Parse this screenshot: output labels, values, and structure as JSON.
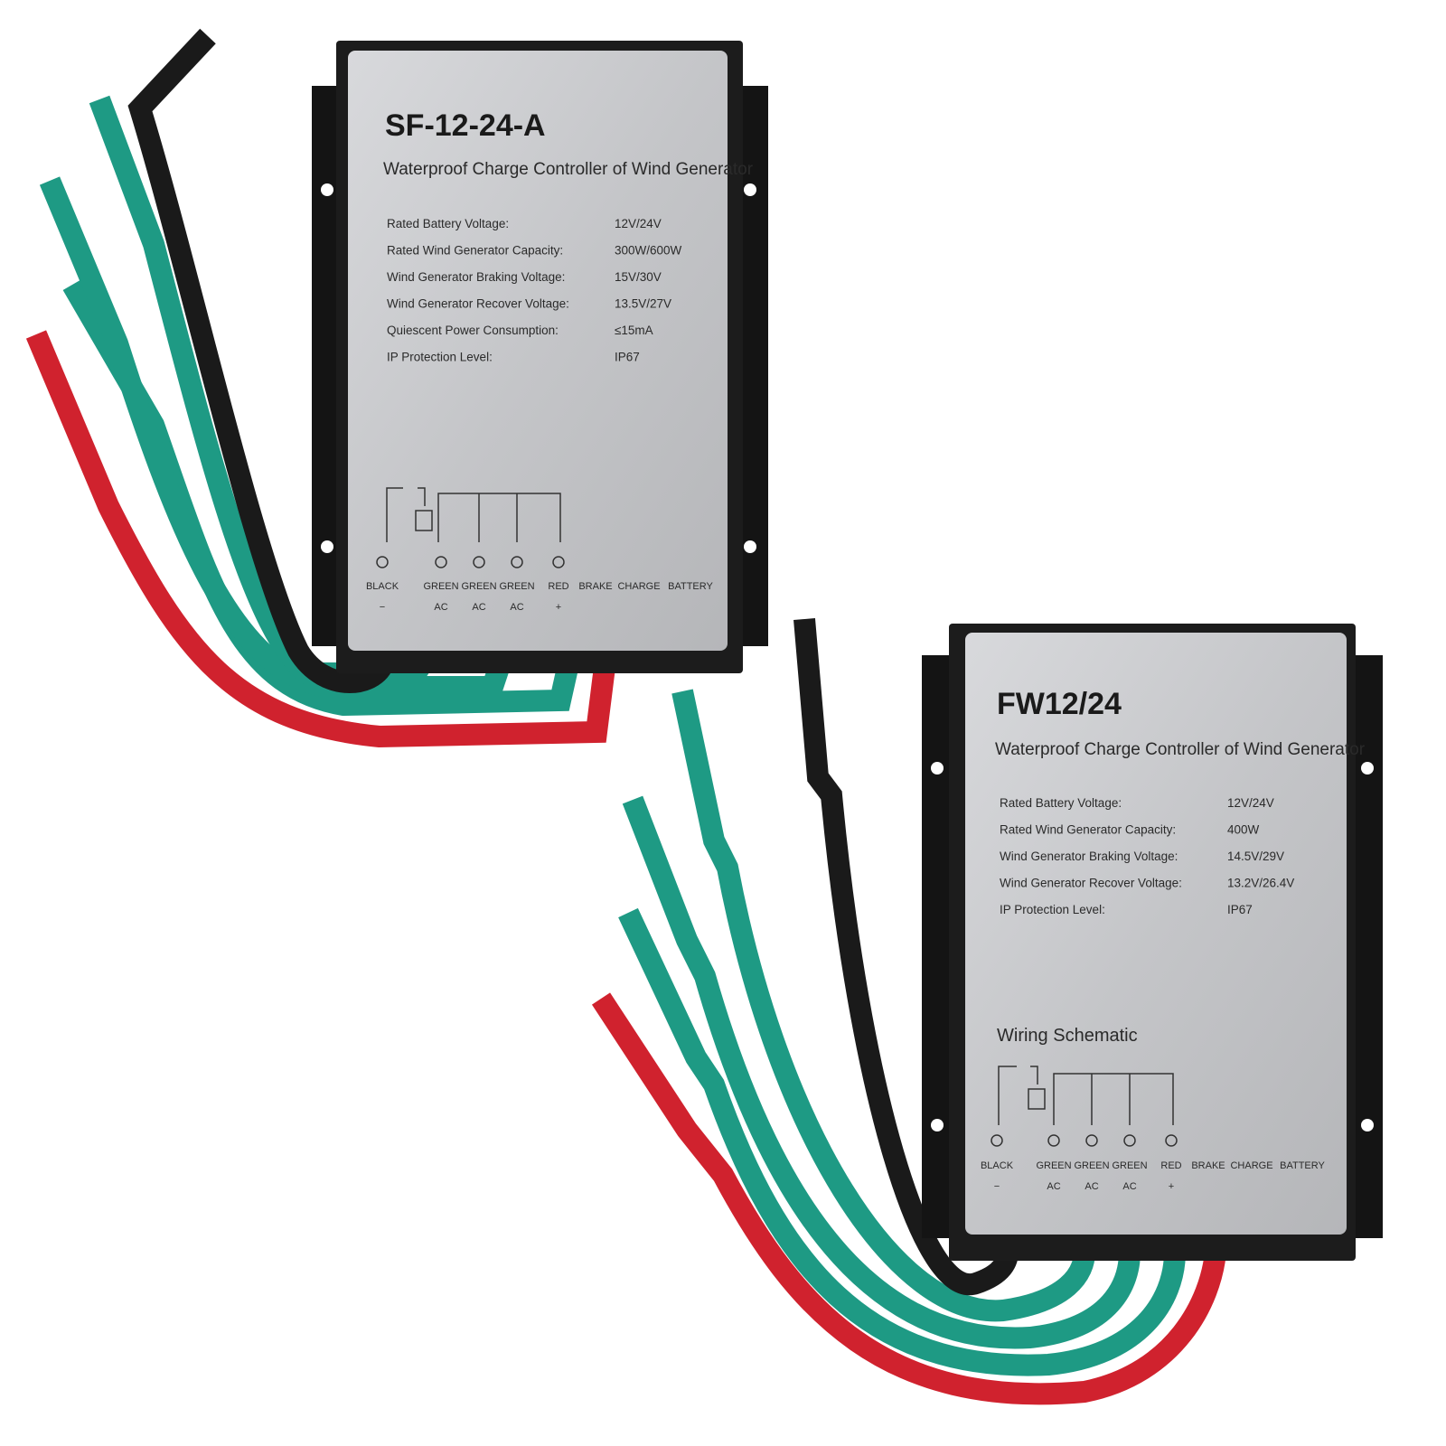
{
  "colors": {
    "wire_green": "#1e9a84",
    "wire_red": "#d0222e",
    "wire_black": "#1a1a1a",
    "panel": "#c9cacd",
    "body": "#141414"
  },
  "devices": [
    {
      "model": "SF-12-24-A",
      "subtitle": "Waterproof Charge Controller of Wind Generator",
      "specs": [
        {
          "label": "Rated Battery Voltage:",
          "value": "12V/24V"
        },
        {
          "label": "Rated Wind Generator Capacity:",
          "value": "300W/600W"
        },
        {
          "label": "Wind Generator Braking Voltage:",
          "value": "15V/30V"
        },
        {
          "label": "Wind Generator Recover Voltage:",
          "value": "13.5V/27V"
        },
        {
          "label": "Quiescent Power Consumption:",
          "value": "≤15mA"
        },
        {
          "label": "IP Protection Level:",
          "value": "IP67"
        }
      ],
      "terminals": [
        {
          "top": "BLACK",
          "bottom": "−"
        },
        {
          "top": "GREEN",
          "bottom": "AC"
        },
        {
          "top": "GREEN",
          "bottom": "AC"
        },
        {
          "top": "GREEN",
          "bottom": "AC"
        },
        {
          "top": "RED",
          "bottom": "+"
        },
        {
          "top": "BRAKE",
          "bottom": ""
        },
        {
          "top": "CHARGE",
          "bottom": ""
        },
        {
          "top": "BATTERY",
          "bottom": ""
        }
      ]
    },
    {
      "model": "FW12/24",
      "subtitle": "Waterproof Charge Controller of Wind Generator",
      "specs": [
        {
          "label": "Rated Battery Voltage:",
          "value": "12V/24V"
        },
        {
          "label": "Rated Wind Generator Capacity:",
          "value": "400W"
        },
        {
          "label": "Wind Generator Braking Voltage:",
          "value": "14.5V/29V"
        },
        {
          "label": "Wind Generator Recover Voltage:",
          "value": "13.2V/26.4V"
        },
        {
          "label": "IP Protection Level:",
          "value": "IP67"
        }
      ],
      "schematic_title": "Wiring Schematic",
      "terminals": [
        {
          "top": "BLACK",
          "bottom": "−"
        },
        {
          "top": "GREEN",
          "bottom": "AC"
        },
        {
          "top": "GREEN",
          "bottom": "AC"
        },
        {
          "top": "GREEN",
          "bottom": "AC"
        },
        {
          "top": "RED",
          "bottom": "+"
        },
        {
          "top": "BRAKE",
          "bottom": ""
        },
        {
          "top": "CHARGE",
          "bottom": ""
        },
        {
          "top": "BATTERY",
          "bottom": ""
        }
      ]
    }
  ]
}
